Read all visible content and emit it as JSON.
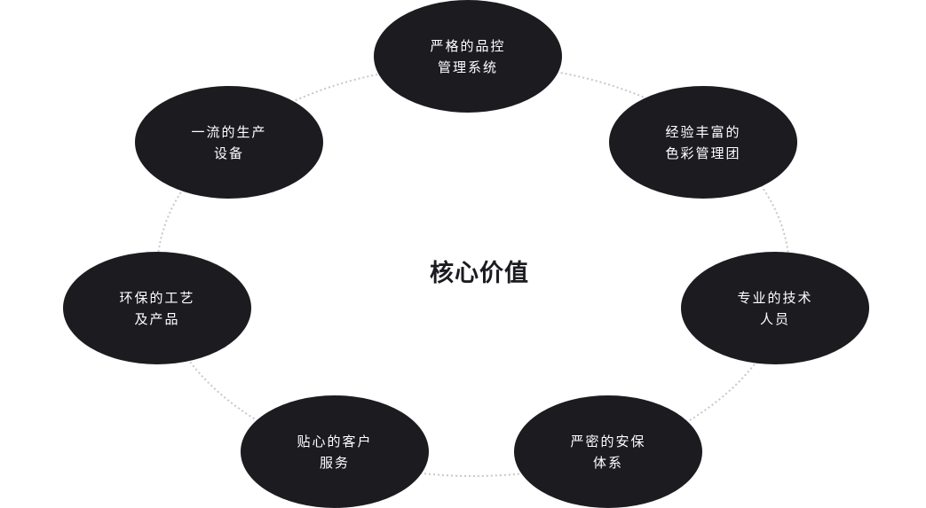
{
  "center": {
    "title": "核心价值"
  },
  "nodes": [
    {
      "id": "n-top",
      "lines": [
        "严格的品控",
        "管理系统"
      ]
    },
    {
      "id": "n-top-right",
      "lines": [
        "经验丰富的",
        "色彩管理团"
      ]
    },
    {
      "id": "n-right",
      "lines": [
        "专业的技术",
        "人员"
      ]
    },
    {
      "id": "n-bottom-right",
      "lines": [
        "严密的安保",
        "体系"
      ]
    },
    {
      "id": "n-bottom-left",
      "lines": [
        "贴心的客户",
        "服务"
      ]
    },
    {
      "id": "n-left",
      "lines": [
        "环保的工艺",
        "及产品"
      ]
    },
    {
      "id": "n-top-left",
      "lines": [
        "一流的生产",
        "设备"
      ]
    }
  ],
  "colors": {
    "node_fill": "#1c1b20",
    "node_text": "#ffffff",
    "ring_stroke": "#c8c8c8",
    "title_text": "#1c1b20"
  }
}
